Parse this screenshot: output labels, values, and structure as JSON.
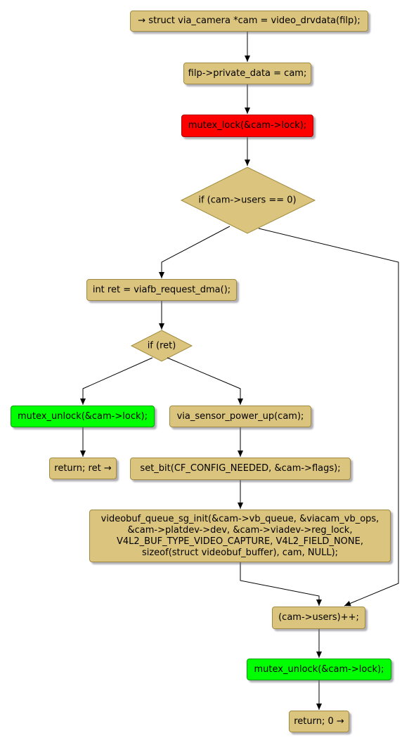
{
  "nodes": {
    "get_cam": "→ struct via_camera *cam = video_drvdata(filp);",
    "set_private": "filp->private_data = cam;",
    "mutex_lock": "mutex_lock(&cam->lock);",
    "if_users_zero": "if (cam->users == 0)",
    "request_dma": "int ret = viafb_request_dma();",
    "if_ret": "if (ret)",
    "mutex_unlock_err": "mutex_unlock(&cam->lock);",
    "return_ret": "return; ret →",
    "sensor_power_up": "via_sensor_power_up(cam);",
    "set_bit": "set_bit(CF_CONFIG_NEEDED, &cam->flags);",
    "videobuf_init": "videobuf_queue_sg_init(&cam->vb_queue, &viacam_vb_ops,\n&cam->platdev->dev, &cam->viadev->reg_lock,\nV4L2_BUF_TYPE_VIDEO_CAPTURE, V4L2_FIELD_NONE,\nsizeof(struct videobuf_buffer), cam, NULL);",
    "users_inc": "(cam->users)++;",
    "mutex_unlock_final": "mutex_unlock(&cam->lock);",
    "return_zero": "return; 0 →"
  },
  "colors": {
    "default_fill": "#dbc47d",
    "lock_fill": "#ff0000",
    "unlock_fill": "#00ff00",
    "edge": "#000000"
  }
}
